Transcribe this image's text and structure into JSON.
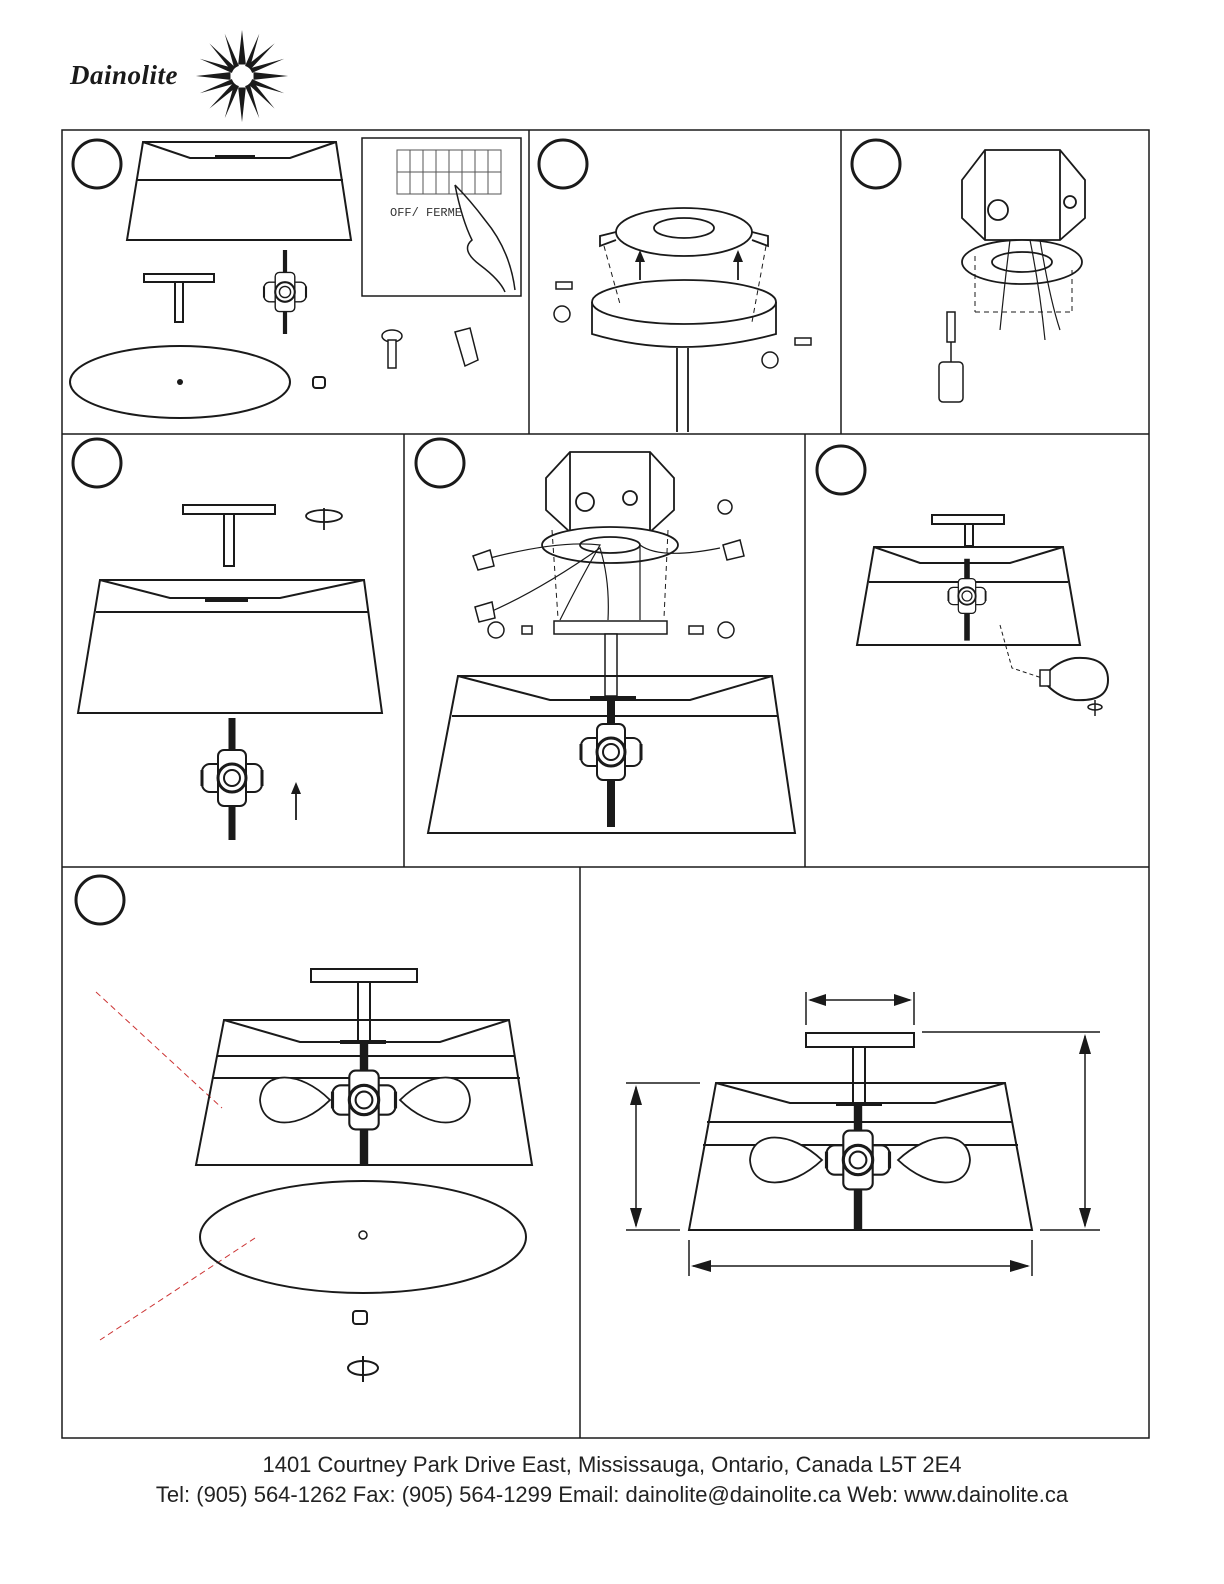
{
  "brand": {
    "name": "Dainolite",
    "logo_icon": "starburst-icon"
  },
  "instruction_steps": [
    {
      "id": "step-1",
      "inset_label": "OFF/ FERME"
    },
    {
      "id": "step-2"
    },
    {
      "id": "step-3"
    },
    {
      "id": "step-4"
    },
    {
      "id": "step-5"
    },
    {
      "id": "step-6"
    },
    {
      "id": "step-7"
    },
    {
      "id": "dimensions-diagram"
    }
  ],
  "footer": {
    "address": "1401 Courtney Park Drive East, Mississauga, Ontario, Canada L5T 2E4",
    "contact": "Tel: (905) 564-1262 Fax: (905) 564-1299 Email: dainolite@dainolite.ca Web: www.dainolite.ca"
  },
  "colors": {
    "line": "#1a1a1a",
    "guide": "#cc3333"
  }
}
